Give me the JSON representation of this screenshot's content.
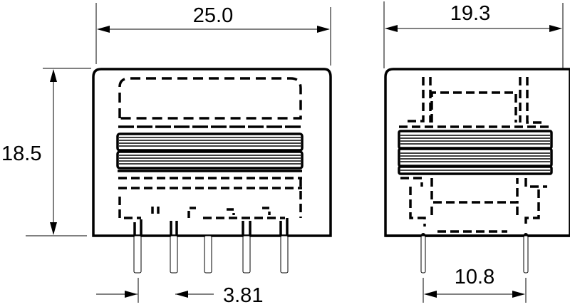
{
  "drawing": {
    "subject": "transformer package dimension drawing",
    "units": "mm",
    "front_view": {
      "name": "front view",
      "dimensions": {
        "width": "25.0",
        "height": "18.5",
        "pin_pitch": "3.81"
      },
      "pin_count": 5
    },
    "side_view": {
      "name": "side view",
      "dimensions": {
        "width": "19.3",
        "pin_spacing": "10.8"
      },
      "pin_count": 2
    }
  }
}
